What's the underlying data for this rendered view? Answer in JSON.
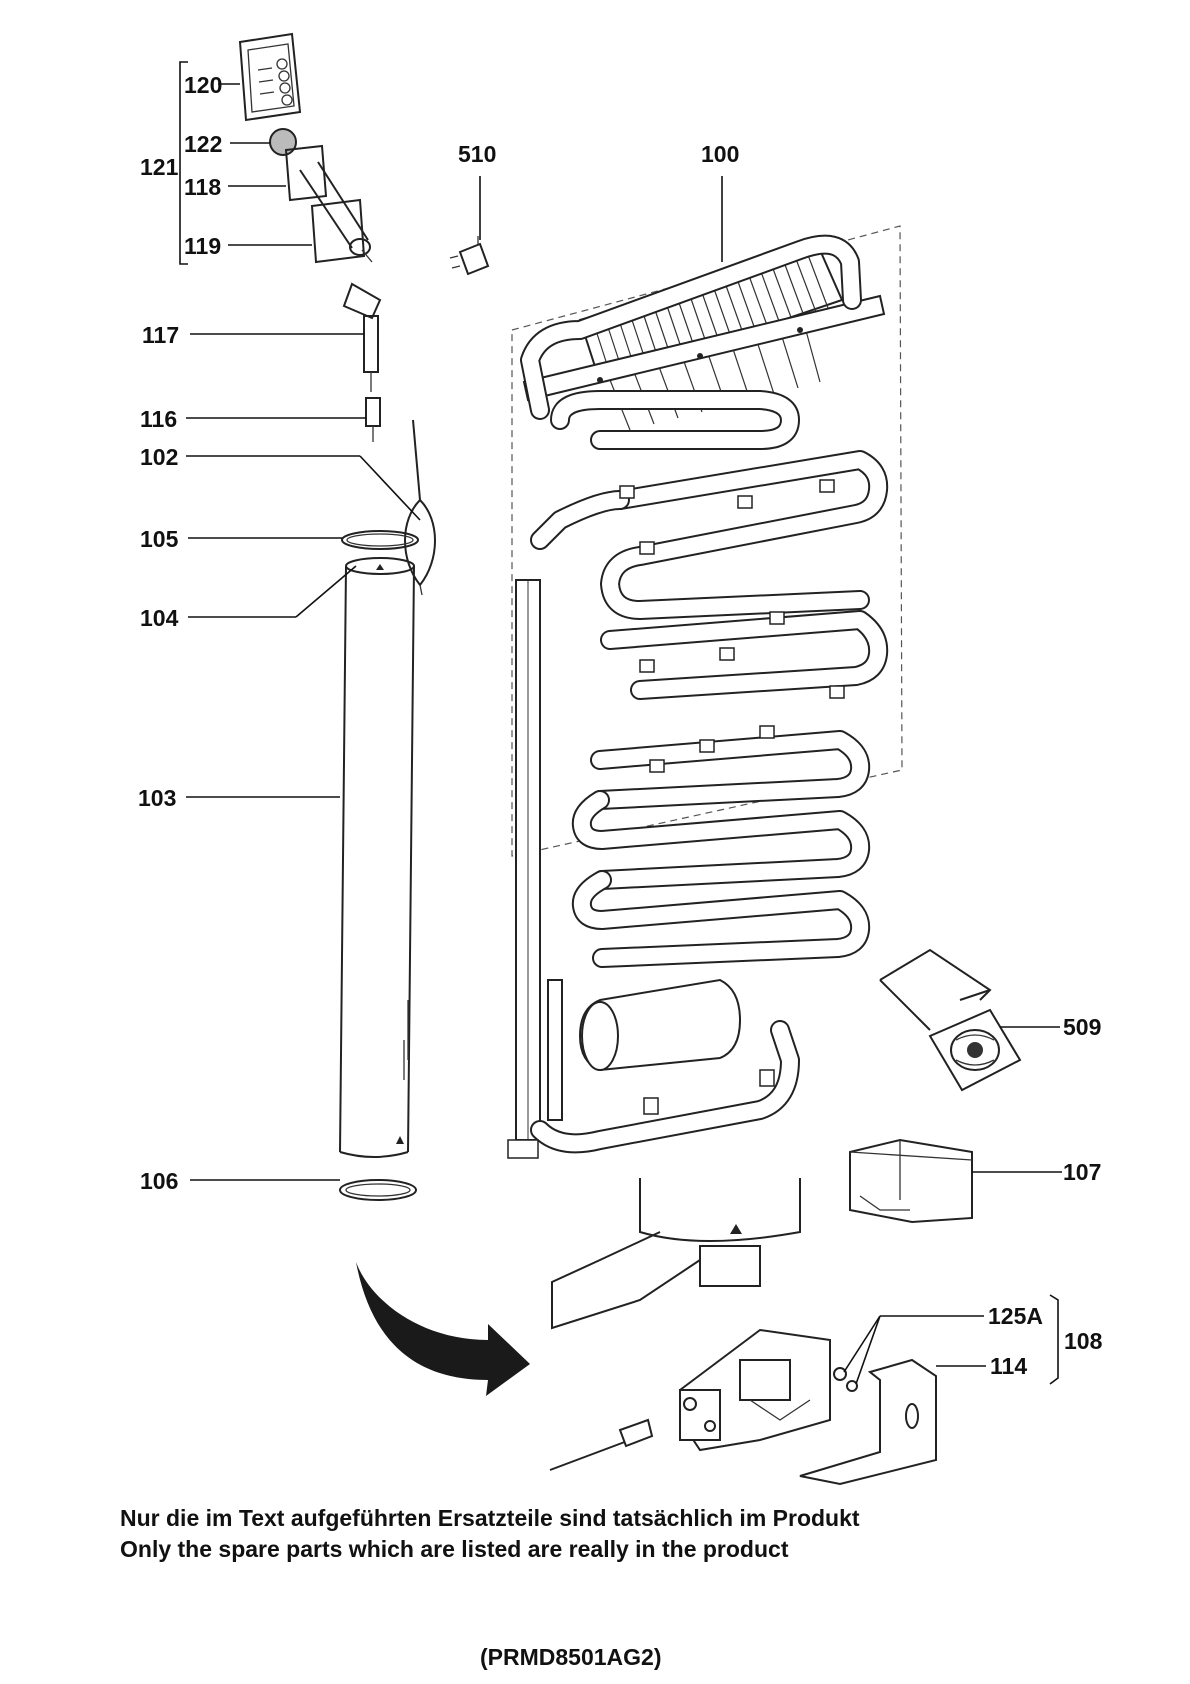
{
  "labels": {
    "p120": "120",
    "p121": "121",
    "p122": "122",
    "p118": "118",
    "p119": "119",
    "p117": "117",
    "p116": "116",
    "p102": "102",
    "p105": "105",
    "p104": "104",
    "p103": "103",
    "p106": "106",
    "p510": "510",
    "p100": "100",
    "p509": "509",
    "p107": "107",
    "p125a": "125A",
    "p108": "108",
    "p114": "114"
  },
  "notes": {
    "line_de": "Nur die im Text aufgeführten Ersatzteile sind tatsächlich im Produkt",
    "line_en": "Only the spare parts which are listed are really in the product"
  },
  "model_code": "(PRMD8501AG2)"
}
